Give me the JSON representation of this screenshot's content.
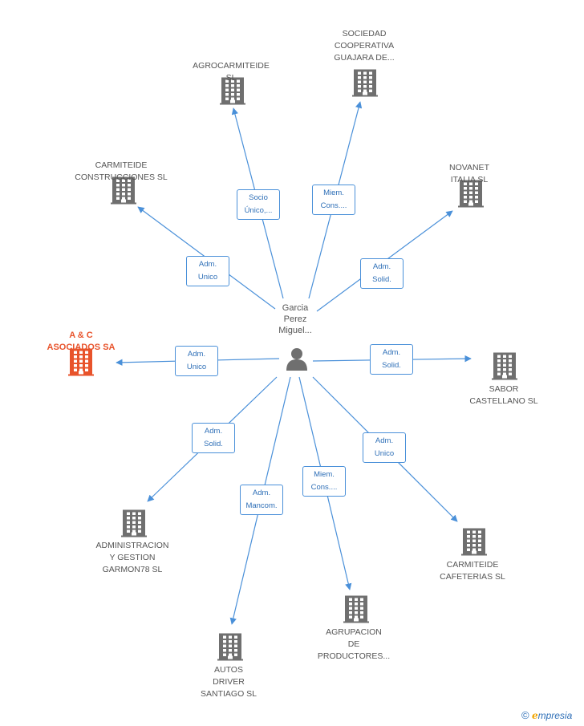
{
  "center": {
    "label": "Garcia\nPerez\nMiguel..."
  },
  "companies": [
    {
      "id": "agrocarmiteide",
      "label": "AGROCARMITEIDE\nSL",
      "highlight": false
    },
    {
      "id": "sociedad",
      "label": "SOCIEDAD\nCOOPERATIVA\nGUAJARA DE...",
      "highlight": false
    },
    {
      "id": "carmiteide-construcciones",
      "label": "CARMITEIDE\nCONSTRUCCIONES SL",
      "highlight": false
    },
    {
      "id": "novanet",
      "label": "NOVANET\nITALIA  SL",
      "highlight": false
    },
    {
      "id": "ayc",
      "label": "A & C\nASOCIADOS SA",
      "highlight": true
    },
    {
      "id": "sabor",
      "label": "SABOR\nCASTELLANO SL",
      "highlight": false
    },
    {
      "id": "administracion",
      "label": "ADMINISTRACION\nY GESTION\nGARMON78 SL",
      "highlight": false
    },
    {
      "id": "carmiteide-cafeterias",
      "label": "CARMITEIDE\nCAFETERIAS SL",
      "highlight": false
    },
    {
      "id": "agrupacion",
      "label": "AGRUPACION\nDE\nPRODUCTORES...",
      "highlight": false
    },
    {
      "id": "autos",
      "label": "AUTOS\nDRIVER\nSANTIAGO  SL",
      "highlight": false
    }
  ],
  "relations": [
    {
      "to": "agrocarmiteide",
      "label": "Socio\nÚnico,..."
    },
    {
      "to": "sociedad",
      "label": "Miem.\nCons...."
    },
    {
      "to": "carmiteide-construcciones",
      "label": "Adm.\nUnico"
    },
    {
      "to": "novanet",
      "label": "Adm.\nSolid."
    },
    {
      "to": "ayc",
      "label": "Adm.\nUnico"
    },
    {
      "to": "sabor",
      "label": "Adm.\nSolid."
    },
    {
      "to": "administracion",
      "label": "Adm.\nSolid."
    },
    {
      "to": "carmiteide-cafeterias",
      "label": "Adm.\nUnico"
    },
    {
      "to": "agrupacion",
      "label": "Miem.\nCons...."
    },
    {
      "to": "autos",
      "label": "Adm.\nMancom."
    }
  ],
  "colors": {
    "edge": "#4a90d9",
    "building": "#6f6f6f",
    "highlight": "#e8532b",
    "person": "#6f6f6f"
  },
  "icons": {
    "company": "building-icon",
    "center": "person-icon"
  },
  "footer": {
    "copyright": "©",
    "brand_initial": "e",
    "brand_rest": "mpresia"
  }
}
